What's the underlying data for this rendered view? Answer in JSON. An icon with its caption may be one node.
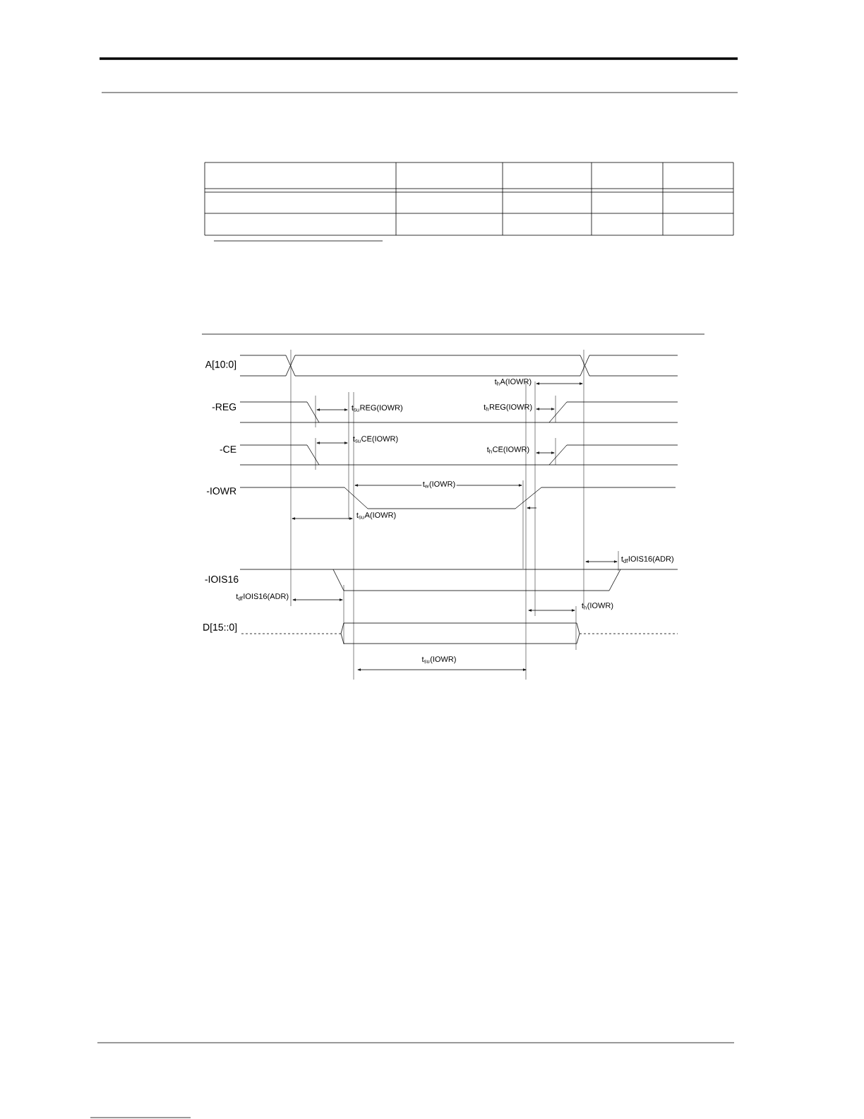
{
  "diagram": {
    "labels": [
      "A[10:0]",
      "t$_{h}$A(IOWR)",
      "-REG",
      "t$_{su}$REG(IOWR)",
      "t$_{h}$REG(IOWR)",
      "t$_{su}$CE(IOWR)",
      "-CE",
      "t$_{h}$CE(IOWR)",
      "-IOWR",
      "t$_{w}$(IOWR)",
      "t$_{su}$A(IOWR)",
      "t$_{df}$IOIS16(ADR)",
      "-IOIS16",
      "t$_{df}$IOIS16(ADR)",
      "t$_{h}$(IOWR)",
      "D[15::0]",
      "t$_{su}$(IOWR)"
    ]
  }
}
